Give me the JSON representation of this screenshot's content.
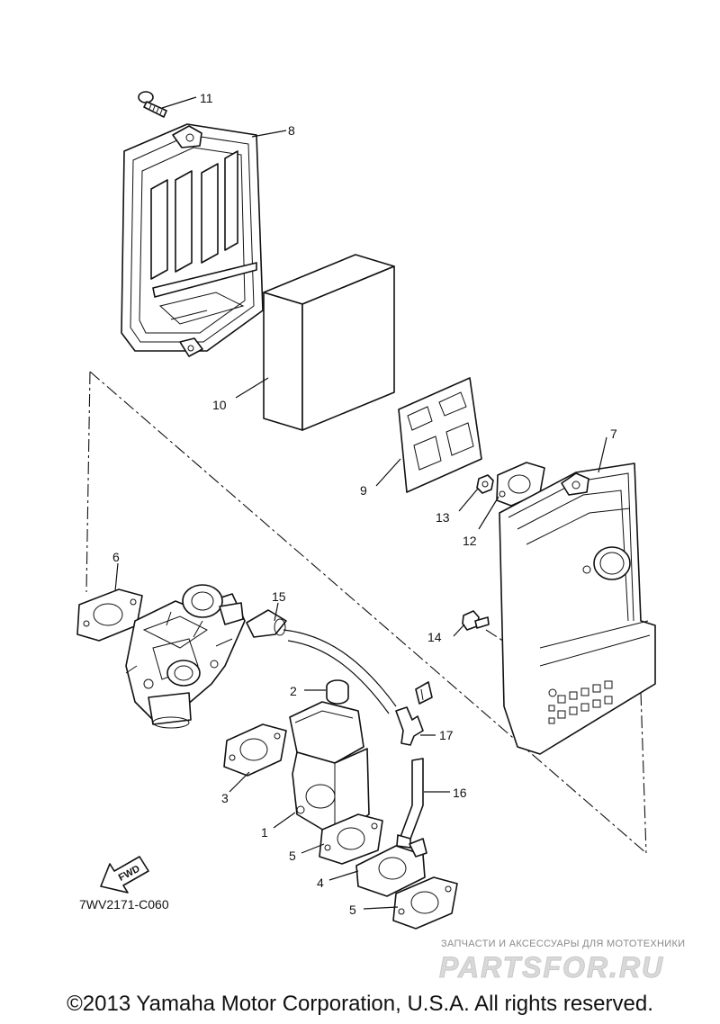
{
  "diagram_code": "7WV2171-C060",
  "fwd_label": "FWD",
  "copyright": "©2013 Yamaha Motor Corporation, U.S.A. All rights reserved.",
  "watermark": {
    "subtitle": "ЗАПЧАСТИ И АКСЕССУАРЫ ДЛЯ МОТОТЕХНИКИ",
    "logo": "PARTSFOR.RU"
  },
  "callouts": {
    "c1": "1",
    "c2": "2",
    "c3": "3",
    "c4": "4",
    "c5a": "5",
    "c5b": "5",
    "c6": "6",
    "c7": "7",
    "c8": "8",
    "c9": "9",
    "c10": "10",
    "c11": "11",
    "c12": "12",
    "c13": "13",
    "c14": "14",
    "c15": "15",
    "c16": "16",
    "c17": "17"
  }
}
